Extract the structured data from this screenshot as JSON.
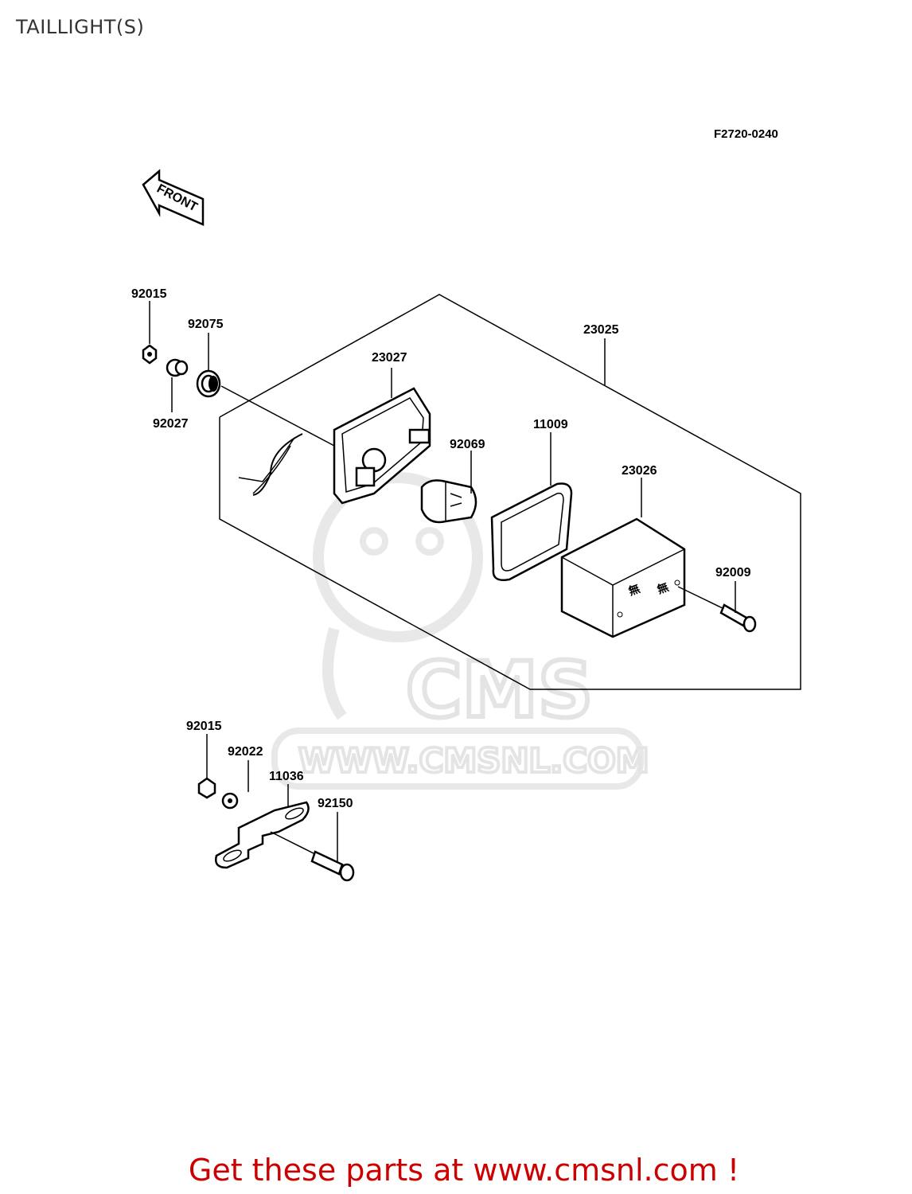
{
  "title": "TAILLIGHT(S)",
  "diagram_ref": "F2720-0240",
  "front_label": "FRONT",
  "watermark": {
    "logo_text": "CMS",
    "url_text": "WWW.CMSNL.COM"
  },
  "parts": {
    "p92015_top": "92015",
    "p92075": "92075",
    "p92027": "92027",
    "p23027": "23027",
    "p23025": "23025",
    "p11009": "11009",
    "p92069": "92069",
    "p23026": "23026",
    "p92009": "92009",
    "p92015_bottom": "92015",
    "p92022": "92022",
    "p11036": "11036",
    "p92150": "92150"
  },
  "footer": {
    "text": "Get these parts at www.cmsnl.com !"
  }
}
